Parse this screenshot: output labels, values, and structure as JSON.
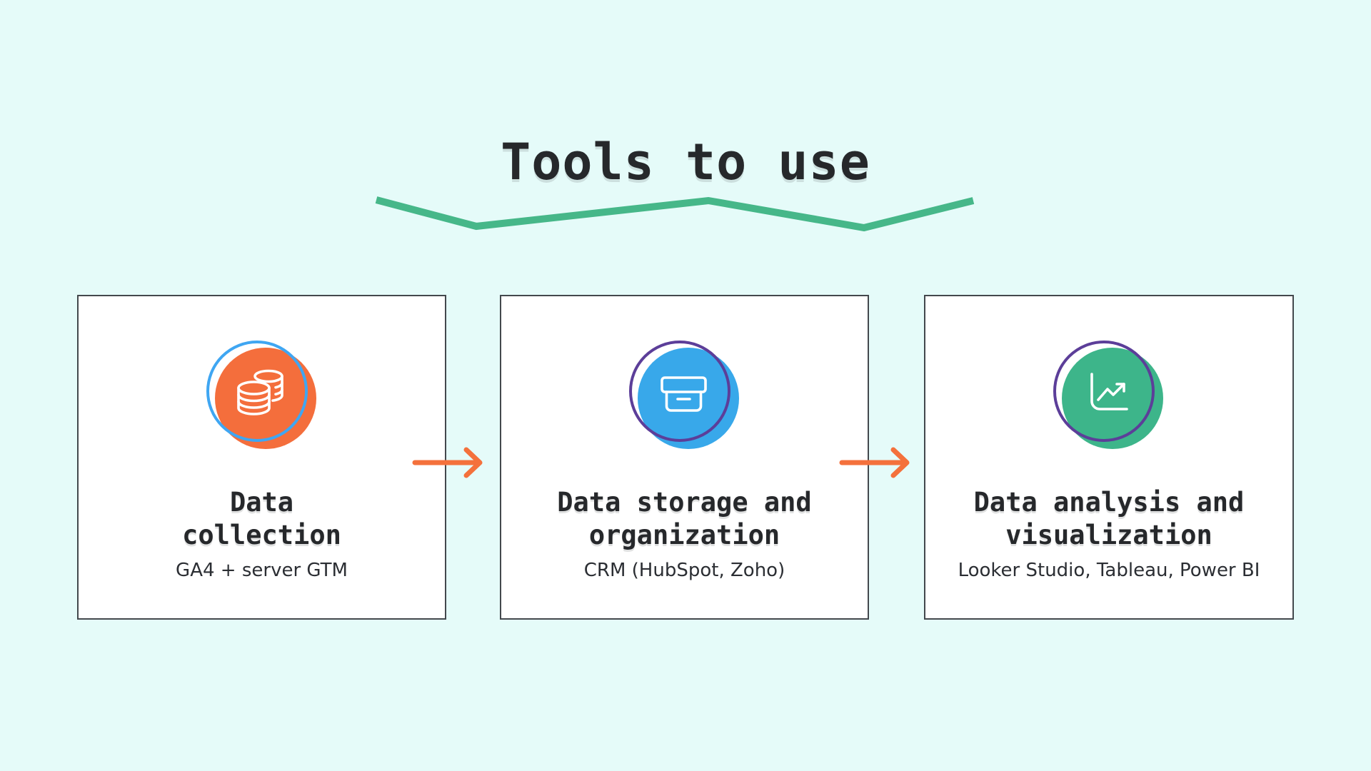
{
  "title": "Tools to use",
  "colors": {
    "background": "#e5fbf9",
    "card_border": "#43484d",
    "text_dark": "#26282b",
    "zigzag": "#46b789",
    "arrow": "#f4713c"
  },
  "cards": [
    {
      "title_line1": "Data",
      "title_line2": "collection",
      "subtitle": "GA4 + server GTM",
      "icon": "database-icon",
      "circle_color": "#f46e3c",
      "ring_color": "#3fa6f2"
    },
    {
      "title_line1": "Data storage and",
      "title_line2": "organization",
      "subtitle": "CRM (HubSpot, Zoho)",
      "icon": "archive-box-icon",
      "circle_color": "#38a8ea",
      "ring_color": "#5c3e99"
    },
    {
      "title_line1": "Data analysis and",
      "title_line2": "visualization",
      "subtitle": "Looker Studio, Tableau, Power BI",
      "icon": "line-chart-icon",
      "circle_color": "#3db58a",
      "ring_color": "#5c3e99"
    }
  ],
  "arrows": [
    {
      "icon": "arrow-right-icon"
    },
    {
      "icon": "arrow-right-icon"
    }
  ]
}
